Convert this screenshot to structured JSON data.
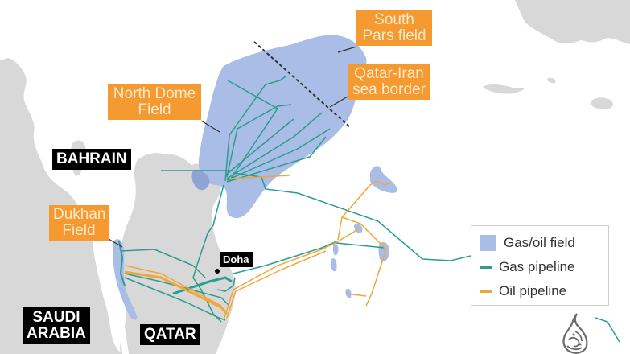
{
  "map": {
    "colors": {
      "land": "#d8d8d8",
      "water": "#ffffff",
      "field": "#a9bde6",
      "field_overlap": "#8ea3d6",
      "gas_pipeline": "#2a9d8f",
      "oil_pipeline": "#f0a63a",
      "callout_bg": "#f49a30",
      "callout_text": "#fde8cc",
      "border_line": "#333333"
    },
    "callouts": {
      "south_pars": {
        "line1": "South",
        "line2": "Pars field"
      },
      "qatar_iran": {
        "line1": "Qatar-Iran",
        "line2": "sea border"
      },
      "north_dome": {
        "line1": "North Dome",
        "line2": "Field"
      },
      "dukhan": {
        "line1": "Dukhan",
        "line2": "Field"
      }
    },
    "countries": {
      "bahrain": "BAHRAIN",
      "saudi_line1": "SAUDI",
      "saudi_line2": "ARABIA",
      "qatar": "QATAR"
    },
    "cities": {
      "doha": "Doha"
    }
  },
  "legend": {
    "items": [
      {
        "label": "Gas/oil field",
        "type": "box",
        "color": "#a9bde6"
      },
      {
        "label": "Gas pipeline",
        "type": "line",
        "color": "#2a9d8f"
      },
      {
        "label": "Oil pipeline",
        "type": "line",
        "color": "#f0a63a"
      }
    ]
  },
  "branding": {
    "logo": "al-jazeera-logo"
  }
}
